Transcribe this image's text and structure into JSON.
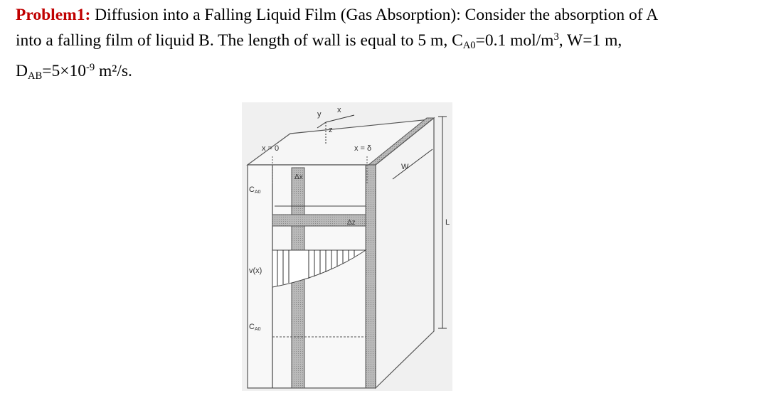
{
  "problem": {
    "label": "Problem1:",
    "line1": " Diffusion into a Falling Liquid Film (Gas Absorption): Consider the absorption of A",
    "line2_pre": "into a falling film of liquid B. The length of wall is equal to 5 m, C",
    "line2_sub": "A0",
    "line2_mid": "=0.1 mol/m",
    "line2_sup": "3",
    "line2_post": ", W=1 m,",
    "line3_pre": "D",
    "line3_sub": "AB",
    "line3_mid": "=5×10",
    "line3_sup": "-9",
    "line3_post": " m²/s."
  },
  "figure": {
    "label_x0": "x = 0",
    "label_xd": "x = δ",
    "label_y": "y",
    "label_x": "x",
    "label_z": "z",
    "label_cA0_top": "C",
    "label_cA0_top_sub": "A0",
    "label_cA0_bottom": "C",
    "label_cA0_bottom_sub": "A0",
    "label_vx": "v(x)",
    "label_dx": "Δx",
    "label_dz": "Δz",
    "label_W": "W",
    "label_L": "L"
  },
  "colors": {
    "title_label": "#c00000",
    "figure_bg": "#f0f0f0",
    "hatch": "#a8a8a8"
  }
}
